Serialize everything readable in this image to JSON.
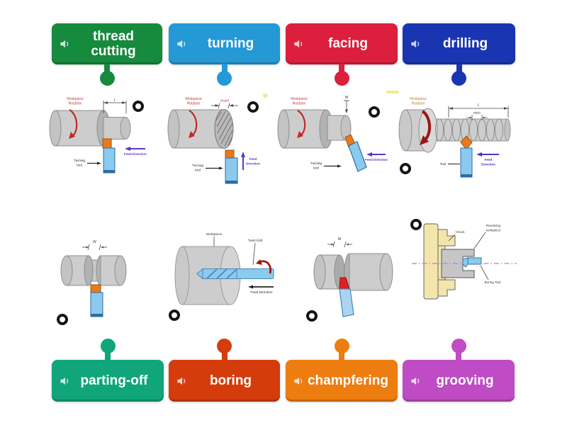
{
  "cards": {
    "top": [
      {
        "id": "thread-cutting",
        "label": "thread cutting",
        "color": "#168a3d"
      },
      {
        "id": "turning",
        "label": "turning",
        "color": "#2499d6"
      },
      {
        "id": "facing",
        "label": "facing",
        "color": "#dc1f3c"
      },
      {
        "id": "drilling",
        "label": "drilling",
        "color": "#1a35b2"
      }
    ],
    "bottom": [
      {
        "id": "parting-off",
        "label": "parting-off",
        "color": "#10a57a"
      },
      {
        "id": "boring",
        "label": "boring",
        "color": "#d43c0c"
      },
      {
        "id": "champfering",
        "label": "champfering",
        "color": "#ee7d0f"
      },
      {
        "id": "grooving",
        "label": "grooving",
        "color": "#bf4cc4"
      }
    ]
  },
  "diagrams": {
    "turning": {
      "rotation1": "Workpiece",
      "rotation2": "Rotation",
      "length_label": "L",
      "feed_label": "Feed Direction",
      "tool1": "Turning",
      "tool2": "tool"
    },
    "facing": {
      "rotation1": "Workpiece",
      "rotation2": "Rotation",
      "depth_label": "Depth",
      "feed1": "Feed",
      "feed2": "Direction",
      "tool1": "Turning",
      "tool2": "tool"
    },
    "chamfering": {
      "rotation1": "Workpiece",
      "rotation2": "Rotation",
      "width_label": "W",
      "feed_label": "Feed Direction",
      "tool1": "Turning",
      "tool2": "tool"
    },
    "thread_cutting": {
      "rotation1": "Workpiece",
      "rotation2": "Rotation",
      "length_label": "L",
      "pitch_label": "Pitch",
      "tool_label": "Tool",
      "feed1": "Feed",
      "feed2": "Direction"
    },
    "grooving": {
      "width_label": "W"
    },
    "drilling": {
      "workpiece_label": "Workpiece",
      "drill_label": "Twist Drill",
      "feed_label": "Feed Direction"
    },
    "parting_off": {
      "width_label": "W"
    },
    "boring": {
      "chuck_label": "Chuck",
      "workpiece1": "Revolving",
      "workpiece2": "workpiece",
      "tool_label": "Boring Tool"
    }
  },
  "palette": {
    "target_ring": "#141414",
    "highlight_yellow": "#e9e87f"
  }
}
